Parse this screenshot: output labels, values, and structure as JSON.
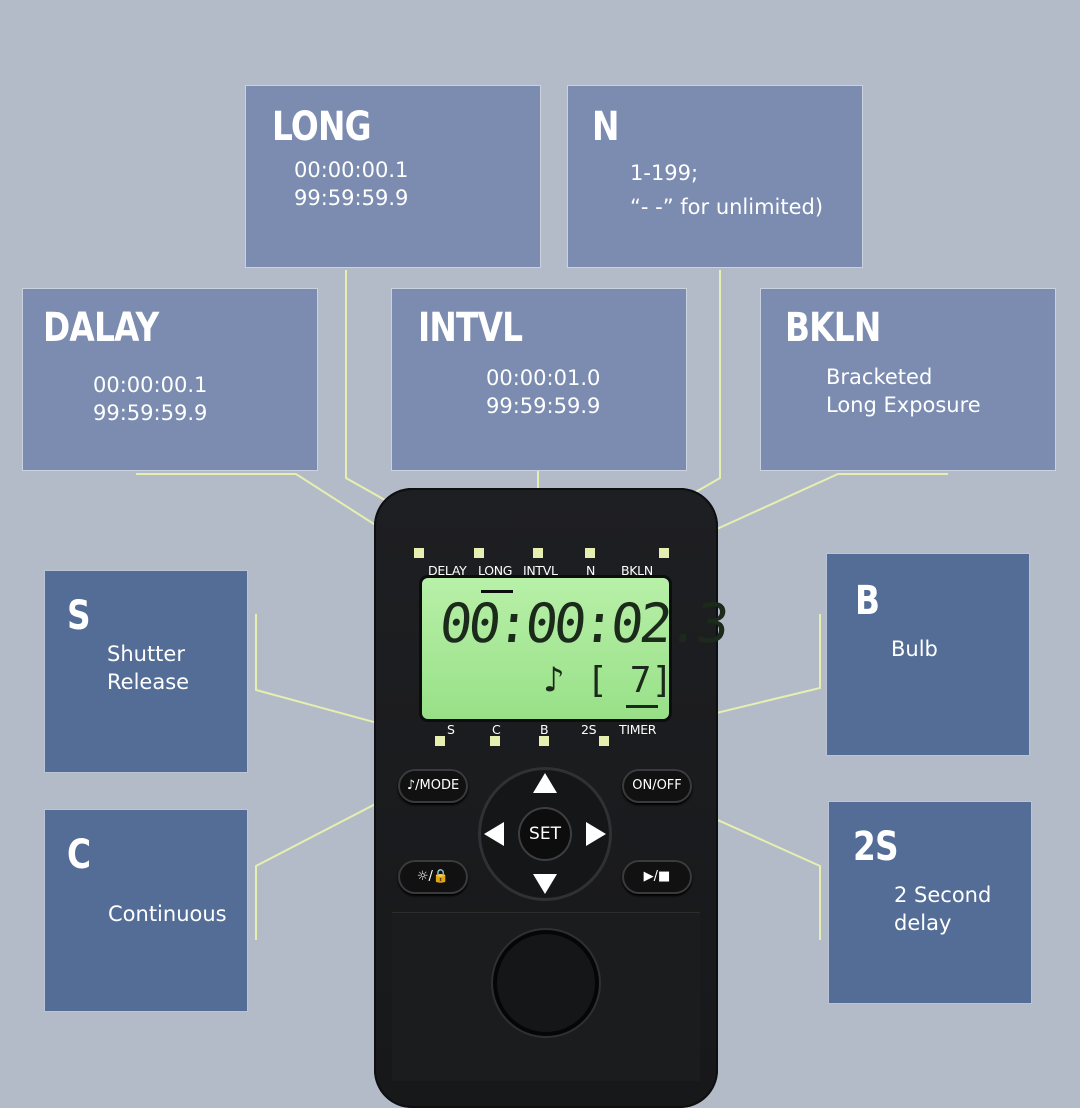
{
  "boxes": {
    "long": {
      "title": "LONG",
      "text": "00:00:00.1\n99:59:59.9"
    },
    "n": {
      "title": "N",
      "text": "1-199;\n“- -” for unlimited)"
    },
    "delay": {
      "title": "DALAY",
      "text": "00:00:00.1\n99:59:59.9"
    },
    "intvl": {
      "title": "INTVL",
      "text": "00:00:01.0\n99:59:59.9"
    },
    "bkln": {
      "title": "BKLN",
      "text": "Bracketed\nLong Exposure"
    },
    "s": {
      "title": "S",
      "text": "Shutter\nRelease"
    },
    "b": {
      "title": "B",
      "text": "Bulb"
    },
    "c": {
      "title": "C",
      "text": "Continuous"
    },
    "two_s": {
      "title": "2S",
      "text": "2 Second\ndelay"
    }
  },
  "remote": {
    "top_labels": [
      "DELAY",
      "LONG",
      "INTVL",
      "N",
      "BKLN"
    ],
    "bottom_labels": [
      "S",
      "C",
      "B",
      "2S",
      "TIMER"
    ],
    "lcd_time": "00:00:02.3",
    "lcd_count": "♪ [ 7]",
    "mode_button": "♪/MODE",
    "onoff_button": "ON/OFF",
    "set_button": "SET",
    "light_button": "☼/🔒",
    "play_button": "▶/■"
  },
  "colors": {
    "background": "#b3bbc9",
    "box_light": "#7b8cb0",
    "box_dark": "#536d97",
    "leader": "#e6efb0",
    "lcd": "#a8e898"
  }
}
